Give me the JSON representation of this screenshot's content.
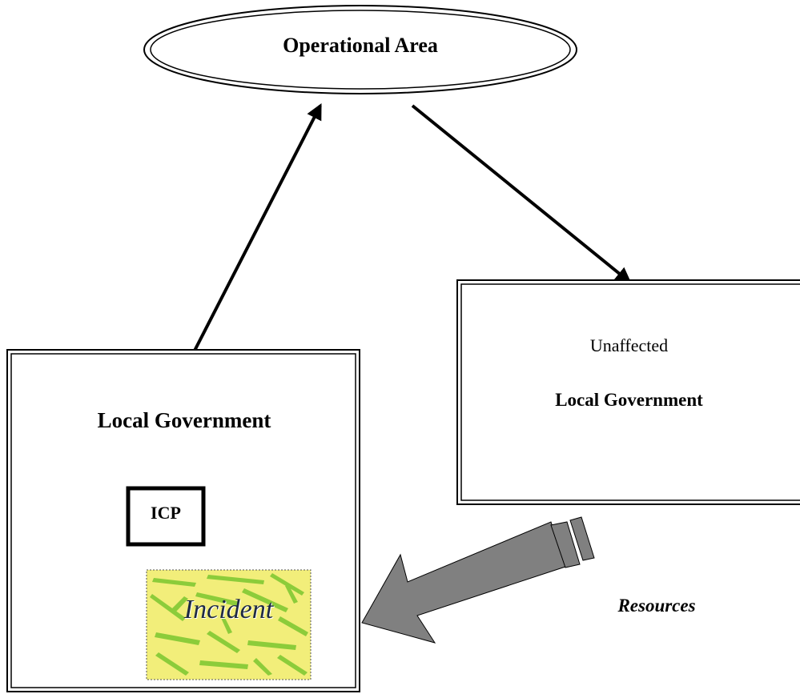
{
  "diagram": {
    "operational_area": "Operational Area",
    "local_government": "Local Government",
    "icp": "ICP",
    "incident": "Incident",
    "unaffected_line1": "Unaffected",
    "unaffected_line2": "Local Government",
    "resources": "Resources"
  },
  "colors": {
    "ink": "#000000",
    "incident_fill": "#f2ee7a",
    "incident_shards": "#8ccc3a",
    "resources_arrow": "#808080"
  }
}
